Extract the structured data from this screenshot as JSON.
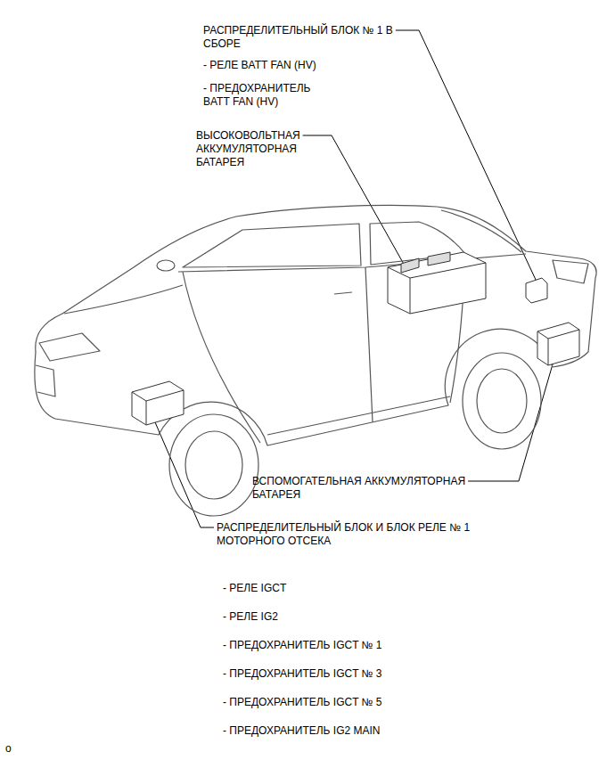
{
  "diagram": {
    "labels": [
      "РАСПРЕДЕЛИТЕЛЬНЫЙ БЛОК № 1 В СБОРЕ",
      "- РЕЛЕ BATT FAN (HV)",
      "- ПРЕДОХРАНИТЕЛЬ BATT FAN (HV)",
      "ВЫСОКОВОЛЬТНАЯ АККУМУЛЯТОРНАЯ БАТАРЕЯ",
      "ВСПОМОГАТЕЛЬНАЯ АККУМУЛЯТОРНАЯ БАТАРЕЯ",
      "РАСПРЕДЕЛИТЕЛЬНЫЙ БЛОК И БЛОК РЕЛЕ № 1 МОТОРНОГО ОТСЕКА",
      "- РЕЛЕ IGCT",
      "- РЕЛЕ IG2",
      "- ПРЕДОХРАНИТЕЛЬ IGCT № 1",
      "- ПРЕДОХРАНИТЕЛЬ IGCT № 3",
      "- ПРЕДОХРАНИТЕЛЬ IGCT № 5",
      "- ПРЕДОХРАНИТЕЛЬ IG2 MAIN",
      "o"
    ]
  }
}
